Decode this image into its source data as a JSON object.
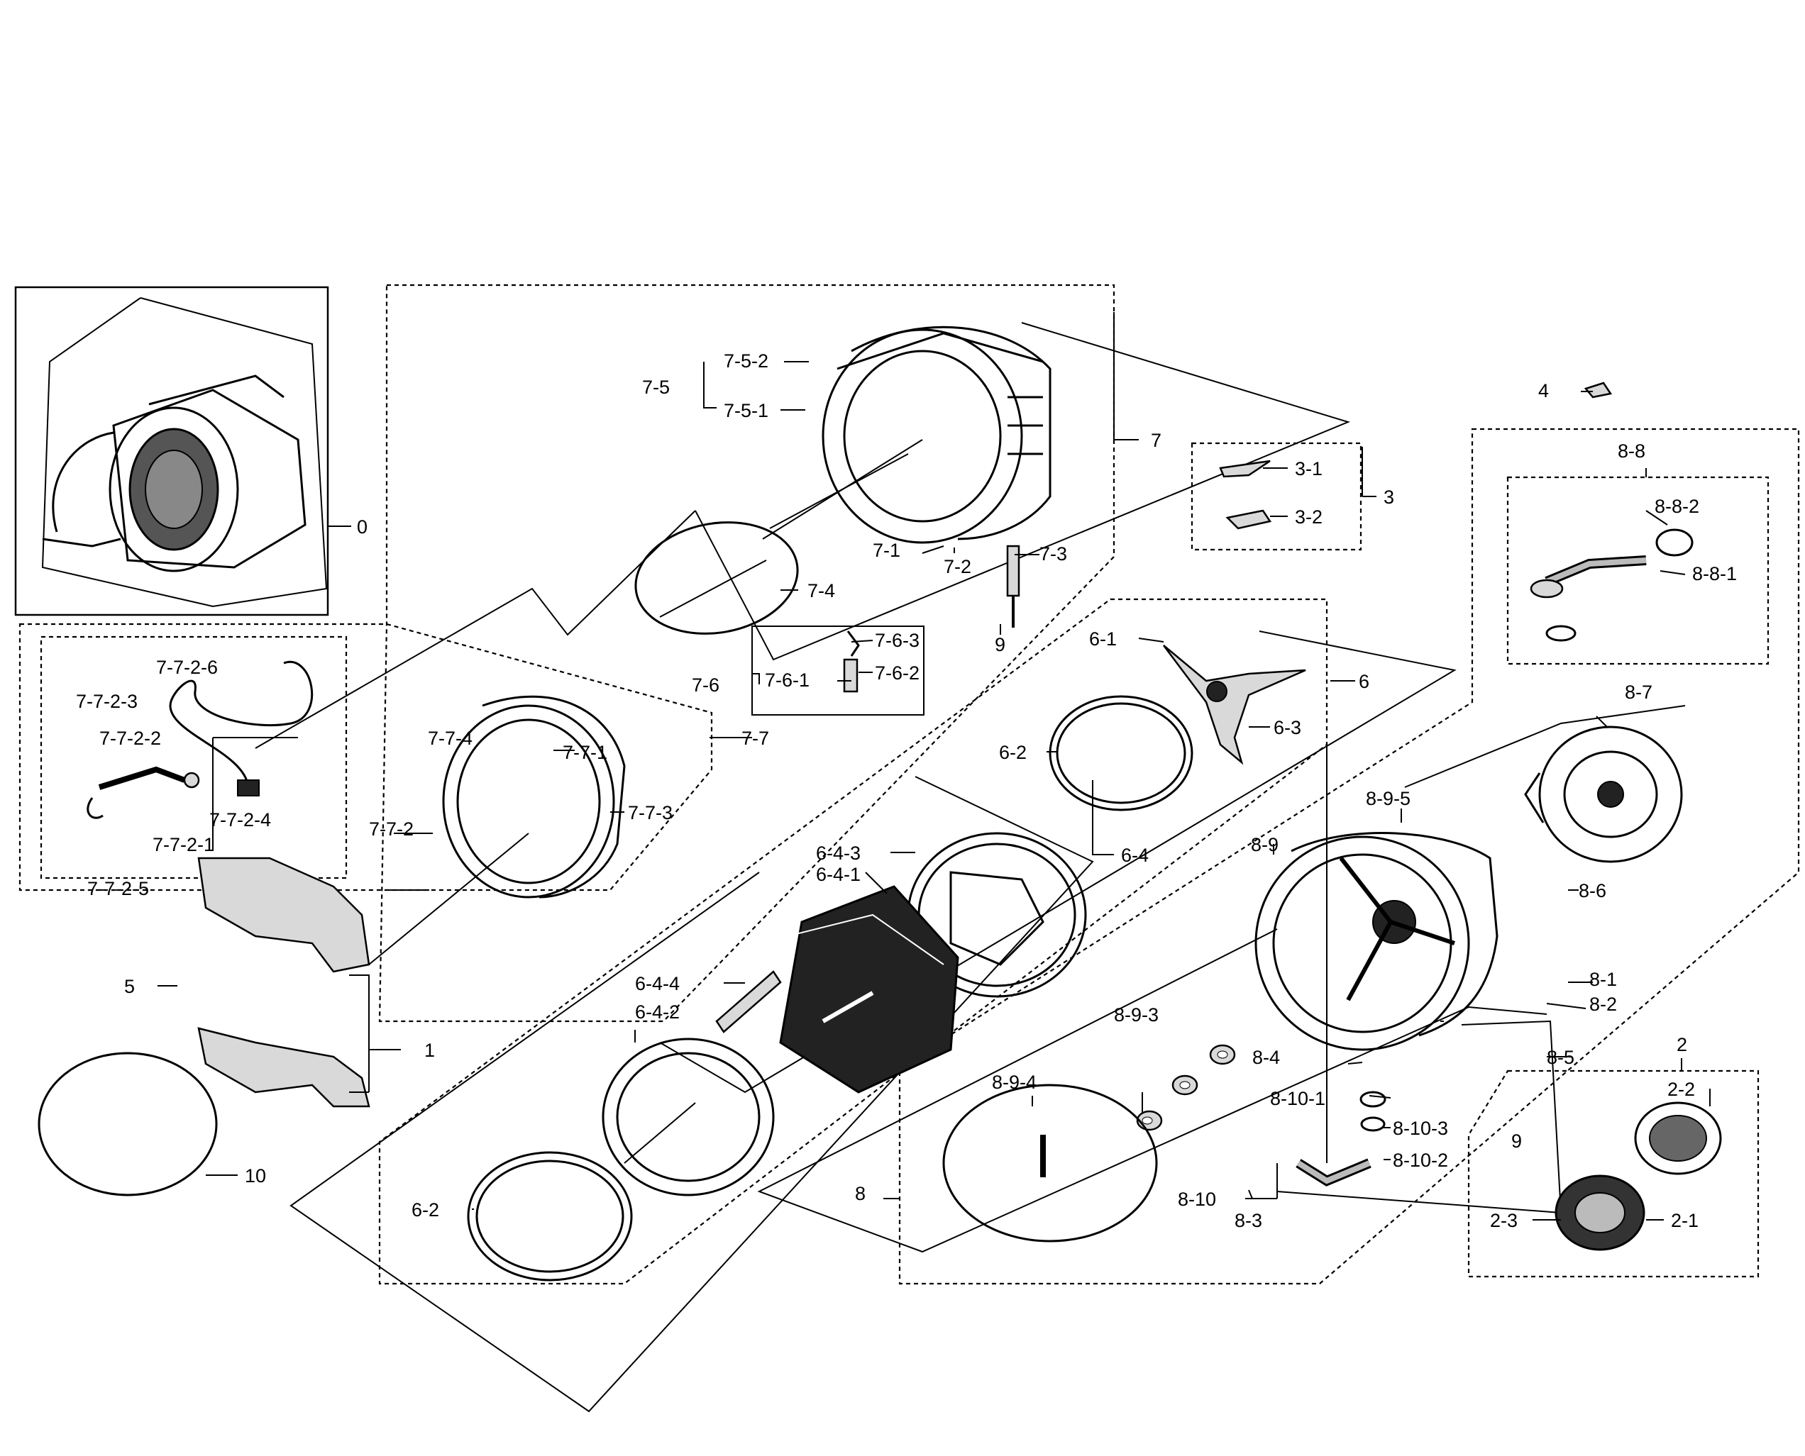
{
  "labels": {
    "l0": "0",
    "l1": "1",
    "l2": "2",
    "l2_1": "2-1",
    "l2_2": "2-2",
    "l2_3": "2-3",
    "l3": "3",
    "l3_1": "3-1",
    "l3_2": "3-2",
    "l4": "4",
    "l5": "5",
    "l6": "6",
    "l6_1": "6-1",
    "l6_2a": "6-2",
    "l6_2b": "6-2",
    "l6_3": "6-3",
    "l6_4": "6-4",
    "l6_4_1": "6-4-1",
    "l6_4_2": "6-4-2",
    "l6_4_3": "6-4-3",
    "l6_4_4": "6-4-4",
    "l7": "7",
    "l7_1": "7-1",
    "l7_2": "7-2",
    "l7_3": "7-3",
    "l7_4": "7-4",
    "l7_5": "7-5",
    "l7_5_1": "7-5-1",
    "l7_5_2": "7-5-2",
    "l7_6": "7-6",
    "l7_6_1": "7-6-1",
    "l7_6_2": "7-6-2",
    "l7_6_3": "7-6-3",
    "l7_7": "7-7",
    "l7_7_1": "7-7-1",
    "l7_7_2": "7-7-2",
    "l7_7_3": "7-7-3",
    "l7_7_4": "7-7-4",
    "l7_7_2_1": "7-7-2-1",
    "l7_7_2_2": "7-7-2-2",
    "l7_7_2_3": "7-7-2-3",
    "l7_7_2_4": "7-7-2-4",
    "l7_7_2_5": "7-7-2-5",
    "l7_7_2_6": "7-7-2-6",
    "l8": "8",
    "l8_1": "8-1",
    "l8_2": "8-2",
    "l8_3": "8-3",
    "l8_4": "8-4",
    "l8_5": "8-5",
    "l8_6": "8-6",
    "l8_7": "8-7",
    "l8_8": "8-8",
    "l8_8_1": "8-8-1",
    "l8_8_2": "8-8-2",
    "l8_9": "8-9",
    "l8_9_3": "8-9-3",
    "l8_9_4": "8-9-4",
    "l8_9_5": "8-9-5",
    "l8_10": "8-10",
    "l8_10_1": "8-10-1",
    "l8_10_2": "8-10-2",
    "l8_10_3": "8-10-3",
    "l9a": "9",
    "l9b": "9",
    "l10": "10"
  }
}
